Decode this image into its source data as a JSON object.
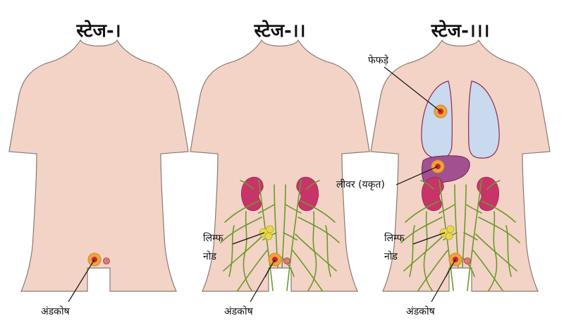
{
  "stages": [
    {
      "title": "स्टेज-।",
      "labels": {
        "testis": "अंडकोष"
      }
    },
    {
      "title": "स्टेज-।।",
      "labels": {
        "lymph_line1": "लिम्फ",
        "lymph_line2": "नोड",
        "testis": "अंडकोष"
      }
    },
    {
      "title": "स्टेज-।।।",
      "labels": {
        "lungs": "फेफड़े",
        "liver": "लीवर (यकृत)",
        "lymph_line1": "लिम्फ",
        "lymph_line2": "नोड",
        "testis": "अंडकोष"
      }
    }
  ],
  "colors": {
    "skin": "#f3d3c6",
    "skin_outline": "#8a7a74",
    "lung": "#c9d9ee",
    "lung_outline": "#8c2a55",
    "liver": "#a2508f",
    "kidney": "#c8346a",
    "lymph_vessel": "#6b9a2a",
    "lymph_node": "#e8d84a",
    "tumor_ring": "#f2a23a",
    "tumor_core": "#c42a33",
    "testis_small": "#e07676"
  }
}
